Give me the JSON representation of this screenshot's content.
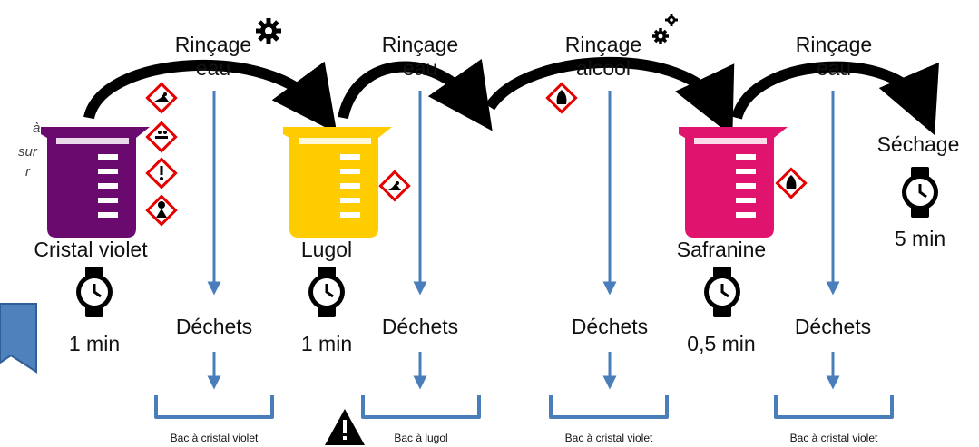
{
  "left_note_fragments": [
    "à",
    "sur",
    "r"
  ],
  "rinses": [
    {
      "line1": "Rinçage",
      "line2": "eau"
    },
    {
      "line1": "Rinçage",
      "line2": "eau"
    },
    {
      "line1": "Rinçage",
      "line2": "alcool"
    },
    {
      "line1": "Rinçage",
      "line2": "eau"
    }
  ],
  "reagents": [
    {
      "name": "Cristal violet",
      "time": "1 min",
      "color": "#6a0a6e",
      "hazards": [
        "environment",
        "corrosive",
        "exclamation",
        "health-hazard"
      ]
    },
    {
      "name": "Lugol",
      "time": "1 min",
      "color": "#ffcc00",
      "hazards": [
        "environment"
      ]
    },
    {
      "name": "Safranine",
      "time": "0,5 min",
      "color": "#e0136f",
      "hazards": [
        "flame"
      ]
    }
  ],
  "alcohol_hazard": "flame",
  "drying": {
    "label": "Séchage",
    "time": "5 min"
  },
  "waste_label": "Déchets",
  "bins": [
    "Bac à cristal violet",
    "Bac à lugol",
    "Bac à cristal violet",
    "Bac à cristal violet"
  ],
  "colors": {
    "arrow_blue": "#4a7ebb",
    "hazard_red": "#e60000",
    "left_arrow": "#4f81bd"
  },
  "icons": [
    "gear-icon",
    "gears-icon",
    "warning-icon",
    "watch-icon"
  ]
}
